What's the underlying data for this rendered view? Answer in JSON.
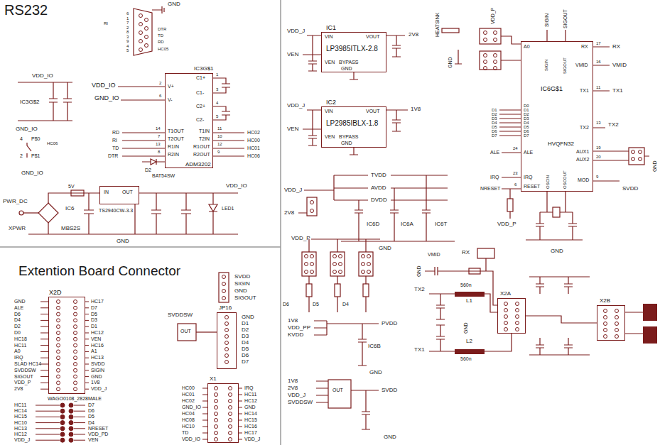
{
  "diagram": {
    "nodes": [
      {
        "text": [
          "IC3G$1",
          "ADM3202"
        ]
      },
      {
        "text": [
          "TS2940CW-3.3"
        ]
      },
      {
        "text": [
          "IC1",
          "LP3985ITLX-2.8"
        ]
      },
      {
        "text": [
          "IC2",
          "LP2985IBLX-1.8"
        ]
      },
      {
        "text": [
          "IC6G$1",
          "HVQFN32"
        ]
      },
      {
        "text": [
          "X2D",
          "WAGO0108_2828MALE"
        ]
      },
      {
        "text": [
          "JP16"
        ]
      },
      {
        "text": [
          "X1"
        ]
      },
      {
        "text": [
          "X2A"
        ]
      },
      {
        "text": [
          "X2B"
        ]
      }
    ],
    "edges": [
      {
        "from": 8,
        "to": 9,
        "arrow": "none"
      }
    ],
    "labels": [
      "RS232",
      "GND",
      "RI",
      "DTR",
      "TD",
      "RD",
      "HC05",
      "6",
      "1",
      "7",
      "2",
      "8",
      "3",
      "9",
      "4",
      "5",
      "V+",
      "V-",
      "T1OUT",
      "T2OUT",
      "R1IN",
      "R2IN",
      "C1+",
      "C1-",
      "C2+",
      "C2-",
      "T1IN",
      "T2IN",
      "R1OUT",
      "R2OUT",
      "2",
      "6",
      "14",
      "7",
      "13",
      "8",
      "1",
      "3",
      "4",
      "5",
      "11",
      "10",
      "12",
      "9",
      "VDD_IO",
      "GND_IO",
      "RD",
      "RI",
      "TD",
      "DTR",
      "HC02",
      "HC00",
      "HC01",
      "HC06",
      "D2",
      "BAT54SW",
      "IC3G$2",
      "VDD_IO",
      "GND_IO",
      "4",
      "P$0",
      "HC06",
      "2",
      "P$1",
      "GND_IO",
      "PWR_DC",
      "XPWR",
      "5V",
      "IC6",
      "MBS2S",
      "IN",
      "OUT",
      "VDD_IO",
      "GND",
      "LED1",
      "Extention Board Connector",
      "GND",
      "ALE",
      "D6",
      "D4",
      "D2",
      "D0",
      "HC18",
      "HC11",
      "A0",
      "IRQ",
      "SLAD HC14",
      "SVDDSW",
      "SIGOUT",
      "VDD_P",
      "2V8",
      "HC17",
      "D7",
      "D5",
      "D3",
      "D1",
      "HC12",
      "VEN",
      "HC16",
      "A1",
      "HC13",
      "SVDD",
      "SIGIN",
      "GND",
      "1V8",
      "VDD_J",
      "HC11",
      "HC14",
      "HC15",
      "HC10",
      "HC13",
      "HC12",
      "VDD_J",
      "D7",
      "D6",
      "D5",
      "D4",
      "NRESET",
      "VDD_PD",
      "VEN",
      "SVDD",
      "SIGIN",
      "GND",
      "SIGOUT",
      "GND",
      "D1",
      "D2",
      "D3",
      "D4",
      "D5",
      "D6",
      "D7",
      "SVDDSW",
      "OUT",
      "HC00",
      "HC01",
      "HC02",
      "GND_IO",
      "HC04",
      "HC08",
      "HC10",
      "TD",
      "VDD_IO",
      "IRQ",
      "HC11",
      "HC12",
      "GND",
      "HC14",
      "HC15",
      "HC16",
      "HC17",
      "VDD_J",
      "VDD_J",
      "VEN",
      "VIN",
      "VOUT",
      "VEN",
      "BYPASS",
      "GND",
      "2V8",
      "VDD_J",
      "VEN",
      "VIN",
      "VOUT",
      "VEN",
      "BYPASS",
      "GND",
      "1V8",
      "VDD_J",
      "2V8",
      "TVDD",
      "AVDD",
      "DVDD",
      "IC6D",
      "IC6A",
      "IC6T",
      "GND",
      "VDD_P",
      "D6",
      "D5",
      "D4",
      "1V8",
      "VDD_PP",
      "KVDD",
      "PVDD",
      "IC6B",
      "GND",
      "1V8",
      "2V8",
      "VDD_J",
      "SVDDSW",
      "OUT",
      "SVDD",
      "GND",
      "HEATSINK",
      "GND",
      "VDD_P",
      "SIGIN",
      "SIGOUT",
      "A0",
      "SIGIN",
      "SIGOUT",
      "D0",
      "D1",
      "D2",
      "D3",
      "D4",
      "D5",
      "D6",
      "D7",
      "D1",
      "D2",
      "D3",
      "D4",
      "D5",
      "D6",
      "D7",
      "ALE",
      "ALE",
      "IRQ",
      "IRQ",
      "NRESET",
      "RESET",
      "OSCIN",
      "OSCOUT",
      "RX",
      "VMID",
      "TX1",
      "TX2",
      "AUX1",
      "AUX2",
      "MOD",
      "17",
      "16",
      "11",
      "13",
      "19",
      "20",
      "9",
      "24",
      "23",
      "6",
      "RX",
      "VMID",
      "TX1",
      "TX2",
      "SVDD",
      "GND",
      "VDD_P",
      "GND",
      "GND",
      "VMID",
      "RX",
      "TX2",
      "560n",
      "L1",
      "GND",
      "L2",
      "TX1",
      "560n"
    ]
  }
}
